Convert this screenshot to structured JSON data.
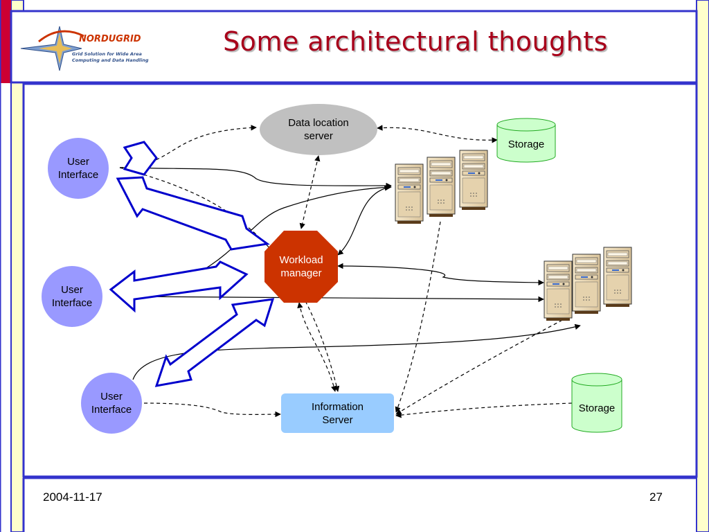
{
  "slide": {
    "title": "Some architectural thoughts",
    "date": "2004-11-17",
    "page_number": "27"
  },
  "logo": {
    "name": "NORDUGRID",
    "tagline_1": "Grid Solution for Wide Area",
    "tagline_2": "Computing and Data Handling"
  },
  "diagram": {
    "nodes": {
      "user_interface_1": "User\nInterface",
      "user_interface_2": "User\nInterface",
      "user_interface_3": "User\nInterface",
      "data_location_server": "Data location\nserver",
      "workload_manager": "Workload\nmanager",
      "information_server": "Information\nServer",
      "storage_1": "Storage",
      "storage_2": "Storage"
    }
  },
  "colors": {
    "frame_blue": "#3333cc",
    "frame_yellow": "#ffffcc",
    "accent_red": "#cc0033",
    "title_red": "#a8001a",
    "user_interface": "#9999ff",
    "data_location_server": "#c0c0c0",
    "workload_manager": "#cc3300",
    "information_server": "#99ccff",
    "storage": "#ccffcc",
    "arrow_outline": "#0000cc"
  }
}
